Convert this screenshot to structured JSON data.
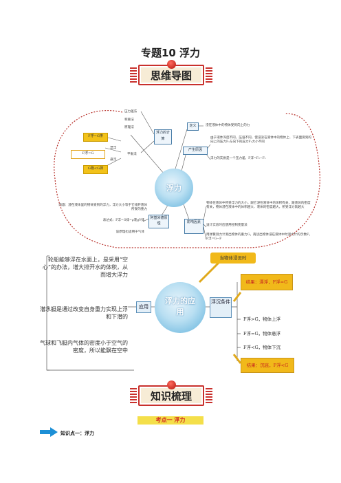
{
  "title": "专题10  浮力",
  "banner1": "思维导图",
  "banner2": "知识梳理",
  "map1": {
    "center": "浮力",
    "left_top": [
      "压力差法",
      "称重法",
      "原理法"
    ],
    "formulas": [
      "F浮=G排",
      "F浮=G",
      "G物<G排"
    ],
    "float": "漂浮",
    "suspend": "悬浮",
    "balance": "平衡法",
    "calc_box": "浮力的计算",
    "definition_box": "定义",
    "definition_text": "浸在液体中的物体受到向上的力",
    "cause_box": "产生原因",
    "cause_text1": "由于液体深度不同，压强不同，使浸没在液体中的物体上、下表面受到的向上的压力F₁与向下的压力F₂大小不同",
    "cause_text2": "浮力的实质是一个压力差，F浮=F₂−F₁",
    "archimedes_text": "内容：浸在液体里的物体受到的浮力，浮力大小等于它排开液体所受的重力",
    "archimedes_formula": "表达式：F浮=G排=ρ液gV排",
    "archimedes_gas": "该原理也适用于气体",
    "archimedes_box": "阿基米德原理",
    "factors_box": "影响因素",
    "factors_text1": "物体在液体中所受浮力的大小，跟它浸在液体中的体积有关，跟液体的密度有关，物体浸在液体中的体积越大、液体的密度越大，所受浮力就越大",
    "factors_text2": "设计实验时应使用控制变量法",
    "factors_text3": "用弹簧测力计测出物体的重力G，再读出物体浸在液体中时测力计的示数F，F浮=G−F"
  },
  "map2": {
    "center": "浮力的应用",
    "app_box": "应用",
    "conditions_box": "浮沉条件",
    "left_texts": [
      "轮船能够浮在水面上，是采用“空心”的办法，增大排开水的体积，从而增大浮力",
      "潜水艇是通过改变自身重力实现上浮和下潜的",
      "气球和飞艇内气体的密度小于空气的密度，所以能飘在空中"
    ],
    "callout_top": "当物体浸没时",
    "result_float": "结果：漂浮，F浮=G",
    "cond1": "F浮>G，物体上浮",
    "cond2": "F浮=G，物体悬浮",
    "cond3": "F浮<G，物体下沉",
    "result_sink": "结果：沉底，F浮<G"
  },
  "topic": "考点一  浮力",
  "knowledge_point": "知识点一：浮力"
}
